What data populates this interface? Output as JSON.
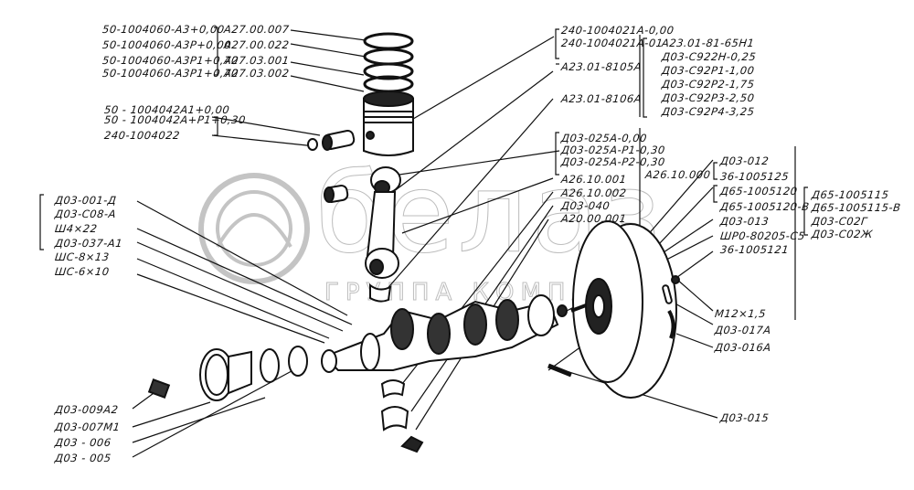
{
  "watermark": {
    "brand": "белаз",
    "subtitle": "ГРУППА КОМПАНИЙ"
  },
  "labels": {
    "rings_left": [
      "50-1004060-А3+0,00",
      "50-1004060-А3Р+0,00",
      "50-1004060-А3Р1+0,70",
      "50-1004060-А3Р1+0,70"
    ],
    "rings_mid": [
      "А27.00.007",
      "А27.00.022",
      "А27.03.001",
      "А27.03.002"
    ],
    "pin_group": [
      "50 - 1004042А1+0,00",
      "50 - 1004042А+Р1+0,30"
    ],
    "pin_retainer": "240-1004022",
    "piston_group": [
      "240-1004021А-0,00",
      "240-1004021А-01"
    ],
    "conrod_a": "А23.01-8105А",
    "conrod_b": "А23.01-8106А",
    "bearings_group": [
      "А23.01-81-65Н1",
      "Д03-С922Н-0,25",
      "Д03-С92Р1-1,00",
      "Д03-С92Р2-1,75",
      "Д03-С92Р3-2,50",
      "Д03-С92Р4-3,25"
    ],
    "main_bearings": [
      "Д03-025А-0,00",
      "Д03-025А-Р1-0,30",
      "Д03-025А-Р2-0,30"
    ],
    "crank_assembly": "А26.10.000",
    "crank_parts": [
      "А26.10.001",
      "А26.10.002",
      "Д03-040",
      "А20.00.001"
    ],
    "flywheel_pair_a": [
      "Д03-012",
      "36-1005125"
    ],
    "flywheel_pair_b": [
      "Д65-1005120",
      "Д65-1005120-В"
    ],
    "flywheel_single": [
      "Д03-013",
      "ШР0-80205-С5",
      "36-1005121"
    ],
    "flywheel_group": [
      "Д65-1005115",
      "Д65-1005115-В",
      "Д03-С02Г",
      "Д03-С02Ж"
    ],
    "lock_parts": [
      "М12×1,5",
      "Д03-017А",
      "Д03-016А"
    ],
    "bolt": "Д03-015",
    "left_group": [
      "Д03-001-Д",
      "Д03-С08-А",
      "Ш4×22",
      "Д03-037-А1",
      "ШС-8×13",
      "ШС-6×10"
    ],
    "front_parts": [
      "Д03-009А2",
      "Д03-007М1",
      "Д03 - 006",
      "Д03 - 005"
    ]
  }
}
